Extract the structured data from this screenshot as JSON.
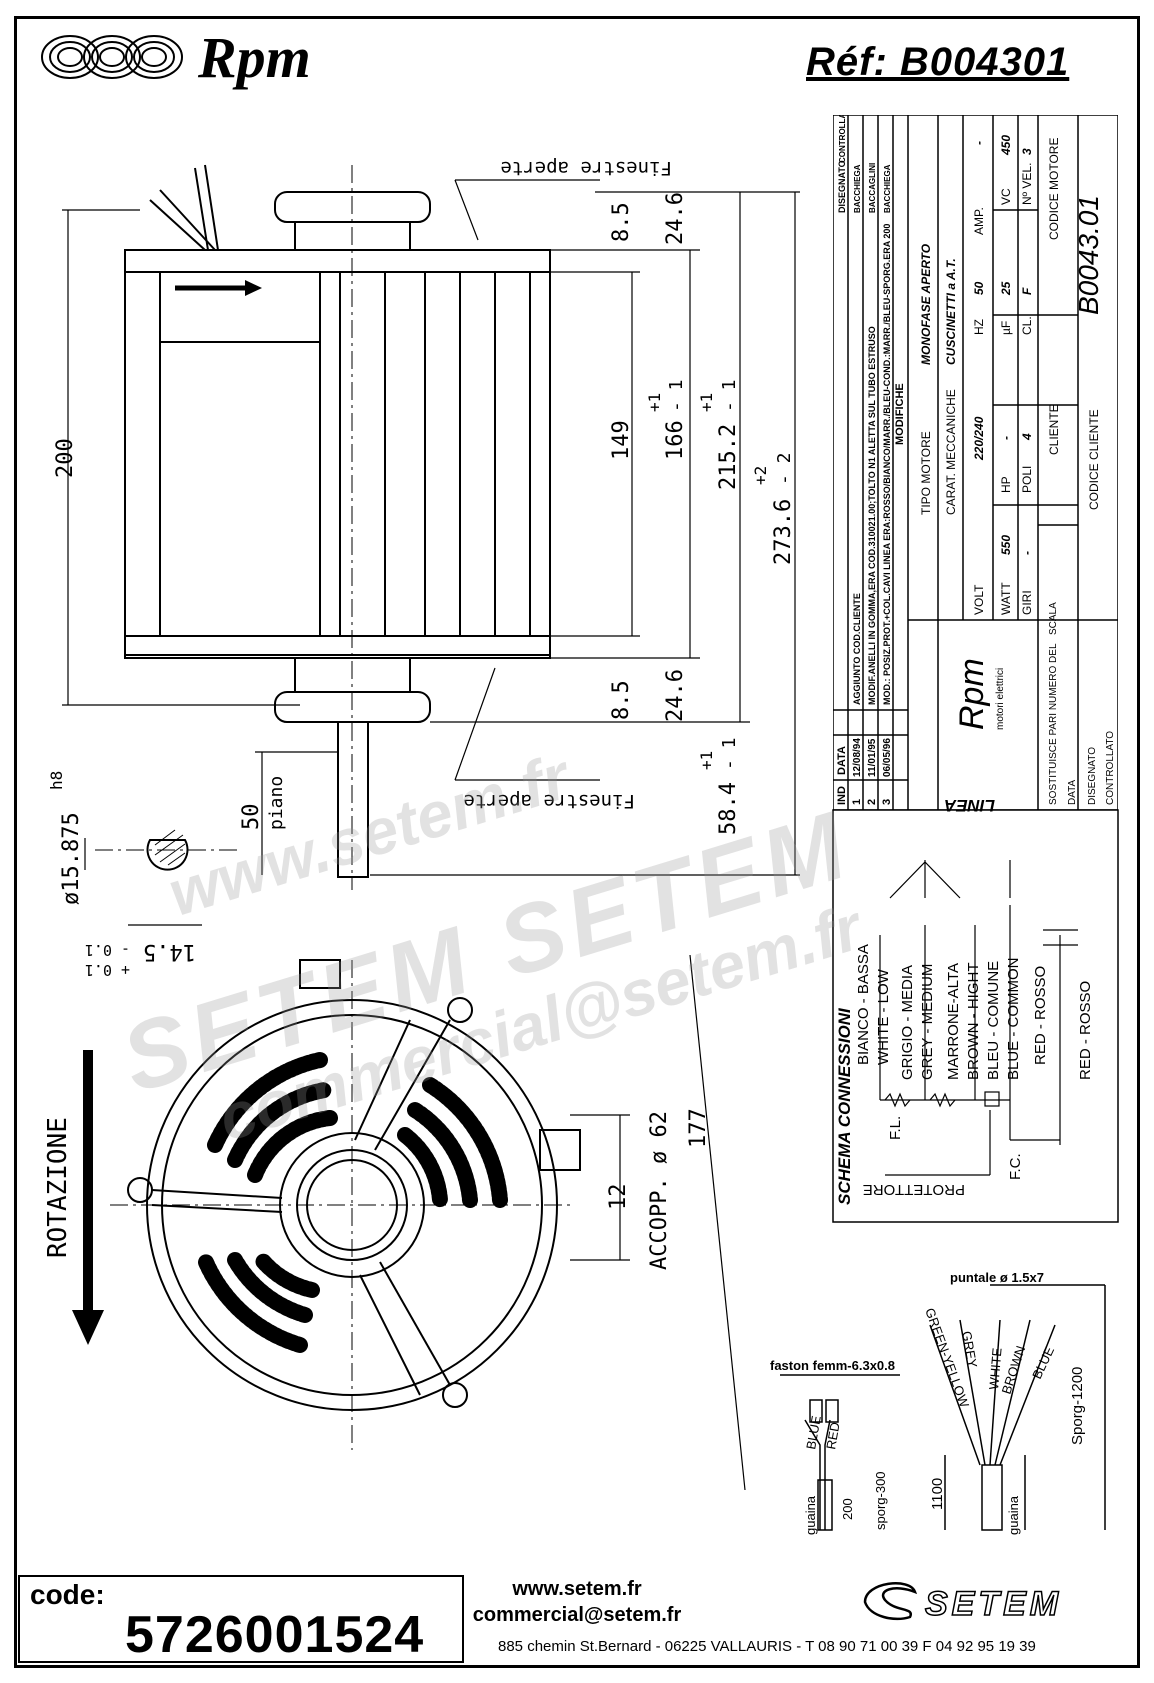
{
  "header": {
    "brand": "Rpm",
    "reference": "Réf:  B004301"
  },
  "drawing": {
    "dimensions": {
      "d200": "200",
      "d149": "149",
      "d166": "166",
      "d166_tol_plus": "+1",
      "d166_tol_minus": "- 1",
      "d215": "215.2",
      "d215_tol_plus": "+1",
      "d215_tol_minus": "- 1",
      "d273": "273.6",
      "d273_tol_plus": "+2",
      "d273_tol_minus": "- 2",
      "d8_5_top": "8.5",
      "d24_6_top": "24.6",
      "d8_5_bottom": "8.5",
      "d24_6_bottom": "24.6",
      "d58_4": "58.4",
      "d58_tol_plus": "+1",
      "d58_tol_minus": "- 1",
      "d50": "50",
      "piano": "piano",
      "shaft_diameter": "ø15.875",
      "shaft_fit": "h8",
      "d14_5": "14.5",
      "d14_5_tol_minus": "- 0.1",
      "d14_5_tol_plus": "+ 0.1",
      "d177": "177",
      "d12": "12",
      "accopp": "ACCOPP. ø 62",
      "finestre_top": "Finestre aperte",
      "finestre_bottom": "Finestre aperte",
      "rotazione": "ROTAZIONE"
    },
    "connections": {
      "title": "SCHEMA CONNESSIONI",
      "linea": "LINEA",
      "protettore": "PROTETTORE",
      "fl": "F.L.",
      "fc": "F.C.",
      "wires": [
        "BIANCO - BASSA",
        "WHITE - LOW",
        "GRIGIO - MEDIA",
        "GREY - MEDIUM",
        "MARRONE-ALTA",
        "BROWN - HIGHT",
        "BLEU - COMUNE",
        "BLUE - COMMON",
        "RED - ROSSO",
        "RED - ROSSO"
      ]
    },
    "cables": {
      "puntale": "puntale ø 1.5x7",
      "faston": "faston femm-6.3x0.8",
      "left_wires": [
        "BLUE",
        "RED"
      ],
      "right_wires": [
        "GREEN-YELLOW",
        "GREY",
        "WHITE",
        "BROWN",
        "BLUE"
      ],
      "guaina_left": "guaina",
      "guaina_right": "guaina",
      "d200": "200",
      "sporg300": "sporg-300",
      "d1100": "1100",
      "sporg1200": "Sporg-1200"
    }
  },
  "title_block": {
    "mods_header": [
      "IND",
      "DATA",
      "MODIFICHE",
      "DISEGNATO",
      "CONTROLLATO"
    ],
    "mods": [
      {
        "ind": "3",
        "date": "06/05/96",
        "text": "MOD.: POSIZ.PROT.+COL.CAVI LINEA ERA:ROSSO/BIANCO/MARR./BLEU-COND.:MARR./BLEU-SPORG.ERA 200",
        "by": "BACCHIEGA"
      },
      {
        "ind": "2",
        "date": "11/01/95",
        "text": "MODIF.ANELLI IN GOMMA,ERA COD.310021.00;TOLTO N1 ALETTA SUL TUBO ESTRUSO",
        "by": "BACCAGLINI"
      },
      {
        "ind": "1",
        "date": "12/08/94",
        "text": "AGGIUNTO COD.CLIENTE",
        "by": "BACCHIEGA"
      }
    ],
    "tipo_motore_label": "TIPO MOTORE",
    "tipo_motore": "MONOFASE APERTO",
    "carat_label": "CARAT. MECCANICHE",
    "carat": "CUSCINETTI a A.T.",
    "volt_label": "VOLT",
    "volt": "220/240",
    "hz_label": "HZ",
    "hz": "50",
    "amp_label": "AMP.",
    "amp": "-",
    "watt_label": "WATT",
    "watt": "550",
    "hp_label": "HP",
    "hp": "-",
    "uf_label": "µF",
    "uf": "25",
    "vc_label": "VC",
    "vc": "450",
    "giri_label": "GIRI",
    "giri": "-",
    "poli_label": "POLI",
    "poli": "4",
    "cl_label": "CL.",
    "cl": "F",
    "nvel_label": "Nº VEL.",
    "nvel": "3",
    "cliente_label": "CLIENTE",
    "codice_motore_label": "CODICE MOTORE",
    "codice_motore": "B0043.01",
    "codice_cliente_label": "CODICE CLIENTE",
    "company": "Rpm",
    "company_sub": "motori elettrici",
    "sostituisce": "SOSTITUISCE PARI NUMERO DEL",
    "scala": "SCALA",
    "data_label": "DATA",
    "disegnato_label": "DISEGNATO",
    "controllato_label": "CONTROLLATO"
  },
  "watermark": {
    "line1": "www.setem.fr",
    "line2": "SETEM SETEM",
    "line3": "commercial@setem.fr"
  },
  "footer": {
    "code_label": "code:",
    "code": "5726001524",
    "website": "www.setem.fr",
    "email": "commercial@setem.fr",
    "address": "885 chemin St.Bernard  -  06225 VALLAURIS  -  T 08 90 71 00 39   F 04 92 95 19 39",
    "brand": "SETEM"
  }
}
